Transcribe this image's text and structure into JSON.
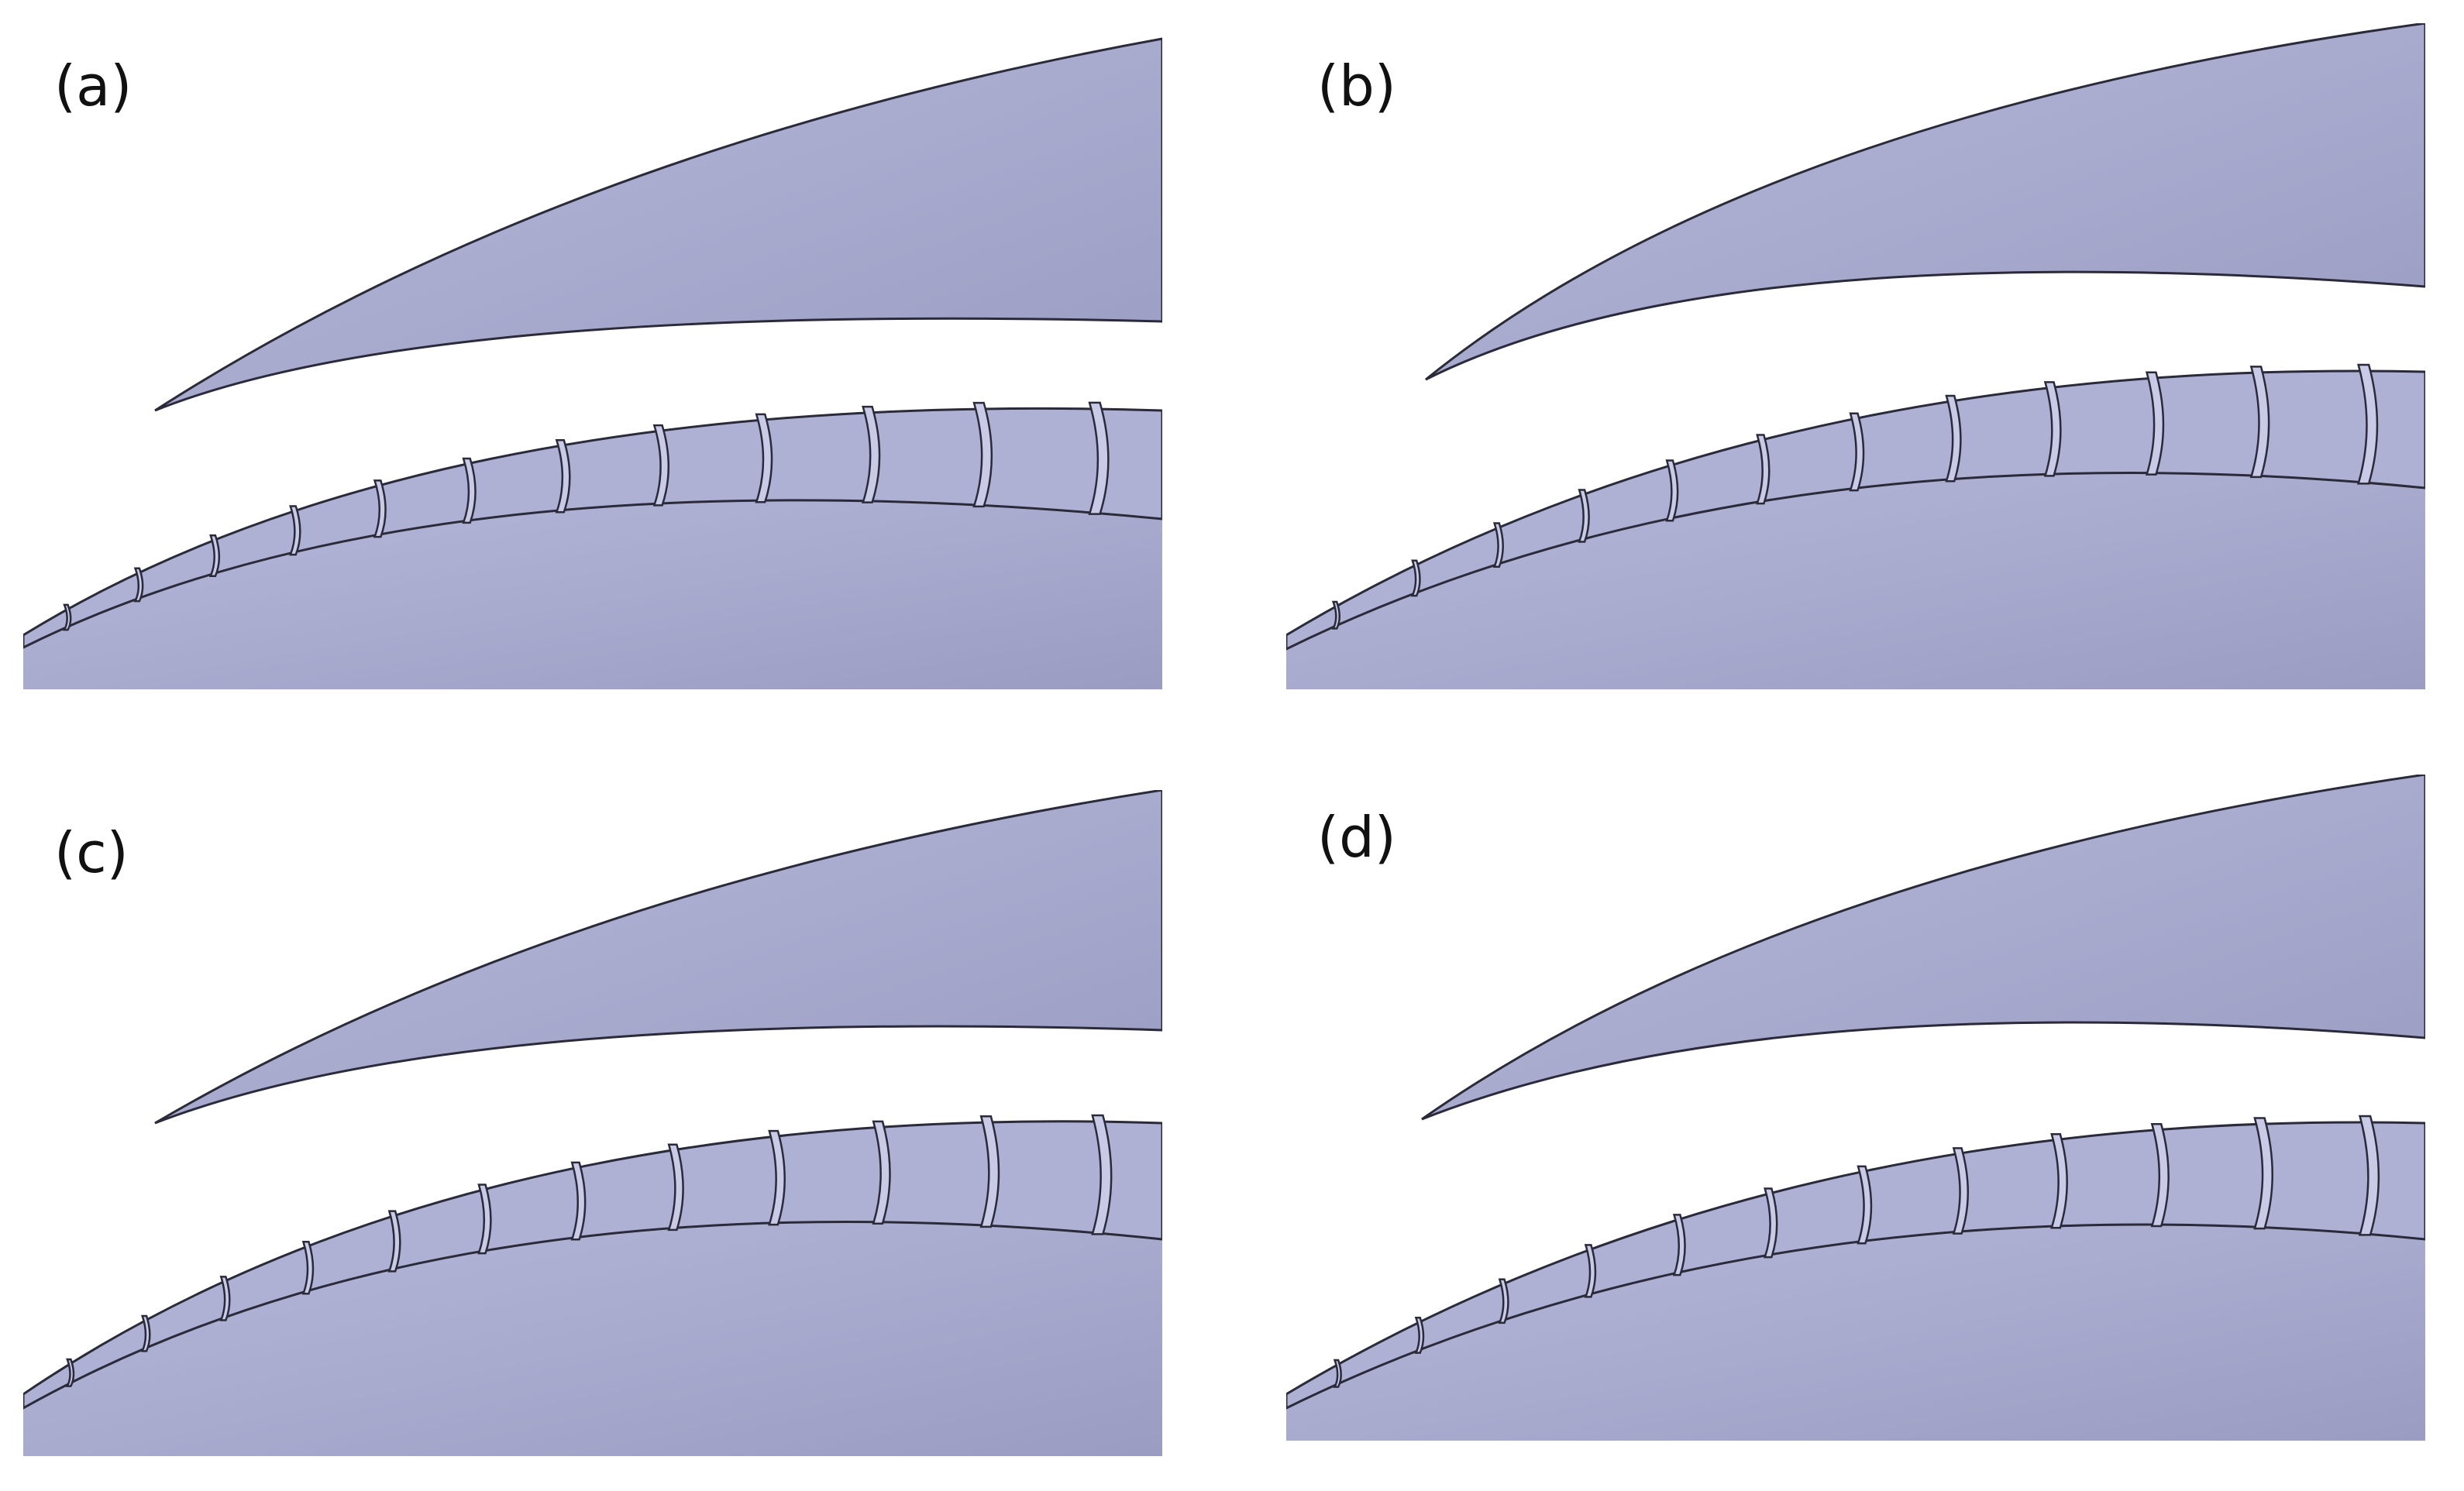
{
  "colors": {
    "surface": "#a6a8cc",
    "surface_light": "#b6b8da",
    "surface_dark": "#9a9cc2",
    "rib_face": "#aeb0d4",
    "rib_highlight": "#c8cae6",
    "outline": "#2a2a3a",
    "background": "#ffffff"
  },
  "panels": [
    {
      "id": "a",
      "label": "(a)",
      "rib_count": 12
    },
    {
      "id": "b",
      "label": "(b)",
      "rib_count": 12
    },
    {
      "id": "c",
      "label": "(c)",
      "rib_count": 12
    },
    {
      "id": "d",
      "label": "(d)",
      "rib_count": 12
    }
  ]
}
